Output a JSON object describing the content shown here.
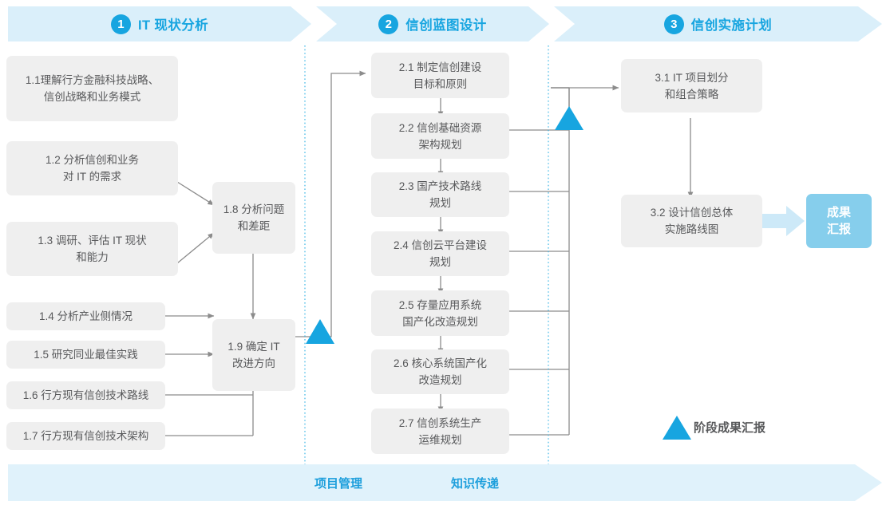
{
  "phases": [
    {
      "num": "1",
      "title": "IT 现状分析"
    },
    {
      "num": "2",
      "title": "信创蓝图设计"
    },
    {
      "num": "3",
      "title": "信创实施计划"
    }
  ],
  "boxes": [
    {
      "id": "1.1",
      "text": "1.1理解行方金融科技战略、\n信创战略和业务模式"
    },
    {
      "id": "1.2",
      "text": "1.2 分析信创和业务\n对 IT 的需求"
    },
    {
      "id": "1.3",
      "text": "1.3 调研、评估 IT 现状\n和能力"
    },
    {
      "id": "1.4",
      "text": "1.4 分析产业侧情况"
    },
    {
      "id": "1.5",
      "text": "1.5 研究同业最佳实践"
    },
    {
      "id": "1.6",
      "text": "1.6 行方现有信创技术路线"
    },
    {
      "id": "1.7",
      "text": "1.7 行方现有信创技术架构"
    },
    {
      "id": "1.8",
      "text": "1.8 分析问题\n和差距"
    },
    {
      "id": "1.9",
      "text": "1.9 确定 IT\n改进方向"
    },
    {
      "id": "2.1",
      "text": "2.1 制定信创建设\n目标和原则"
    },
    {
      "id": "2.2",
      "text": "2.2 信创基础资源\n架构规划"
    },
    {
      "id": "2.3",
      "text": "2.3 国产技术路线\n规划"
    },
    {
      "id": "2.4",
      "text": "2.4 信创云平台建设\n规划"
    },
    {
      "id": "2.5",
      "text": "2.5 存量应用系统\n国产化改造规划"
    },
    {
      "id": "2.6",
      "text": "2.6 核心系统国产化\n改造规划"
    },
    {
      "id": "2.7",
      "text": "2.7 信创系统生产\n运维规划"
    },
    {
      "id": "3.1",
      "text": "3.1 IT 项目划分\n和组合策略"
    },
    {
      "id": "3.2",
      "text": "3.2 设计信创总体\n实施路线图"
    }
  ],
  "result": {
    "text": "成果\n汇报"
  },
  "legend": {
    "label": "阶段成果汇报",
    "marker": "triangle-up-icon"
  },
  "footer": {
    "labels": [
      "项目管理",
      "知识传递"
    ]
  },
  "colors": {
    "accent": "#17A5E0",
    "band": "#DAEFFA",
    "footer_band": "#E0F2FB",
    "box": "#EFEFEF",
    "box_text": "#58595B",
    "result": "#86CEEC",
    "connector": "#8C8C8C",
    "divider": "#35B3E5"
  }
}
